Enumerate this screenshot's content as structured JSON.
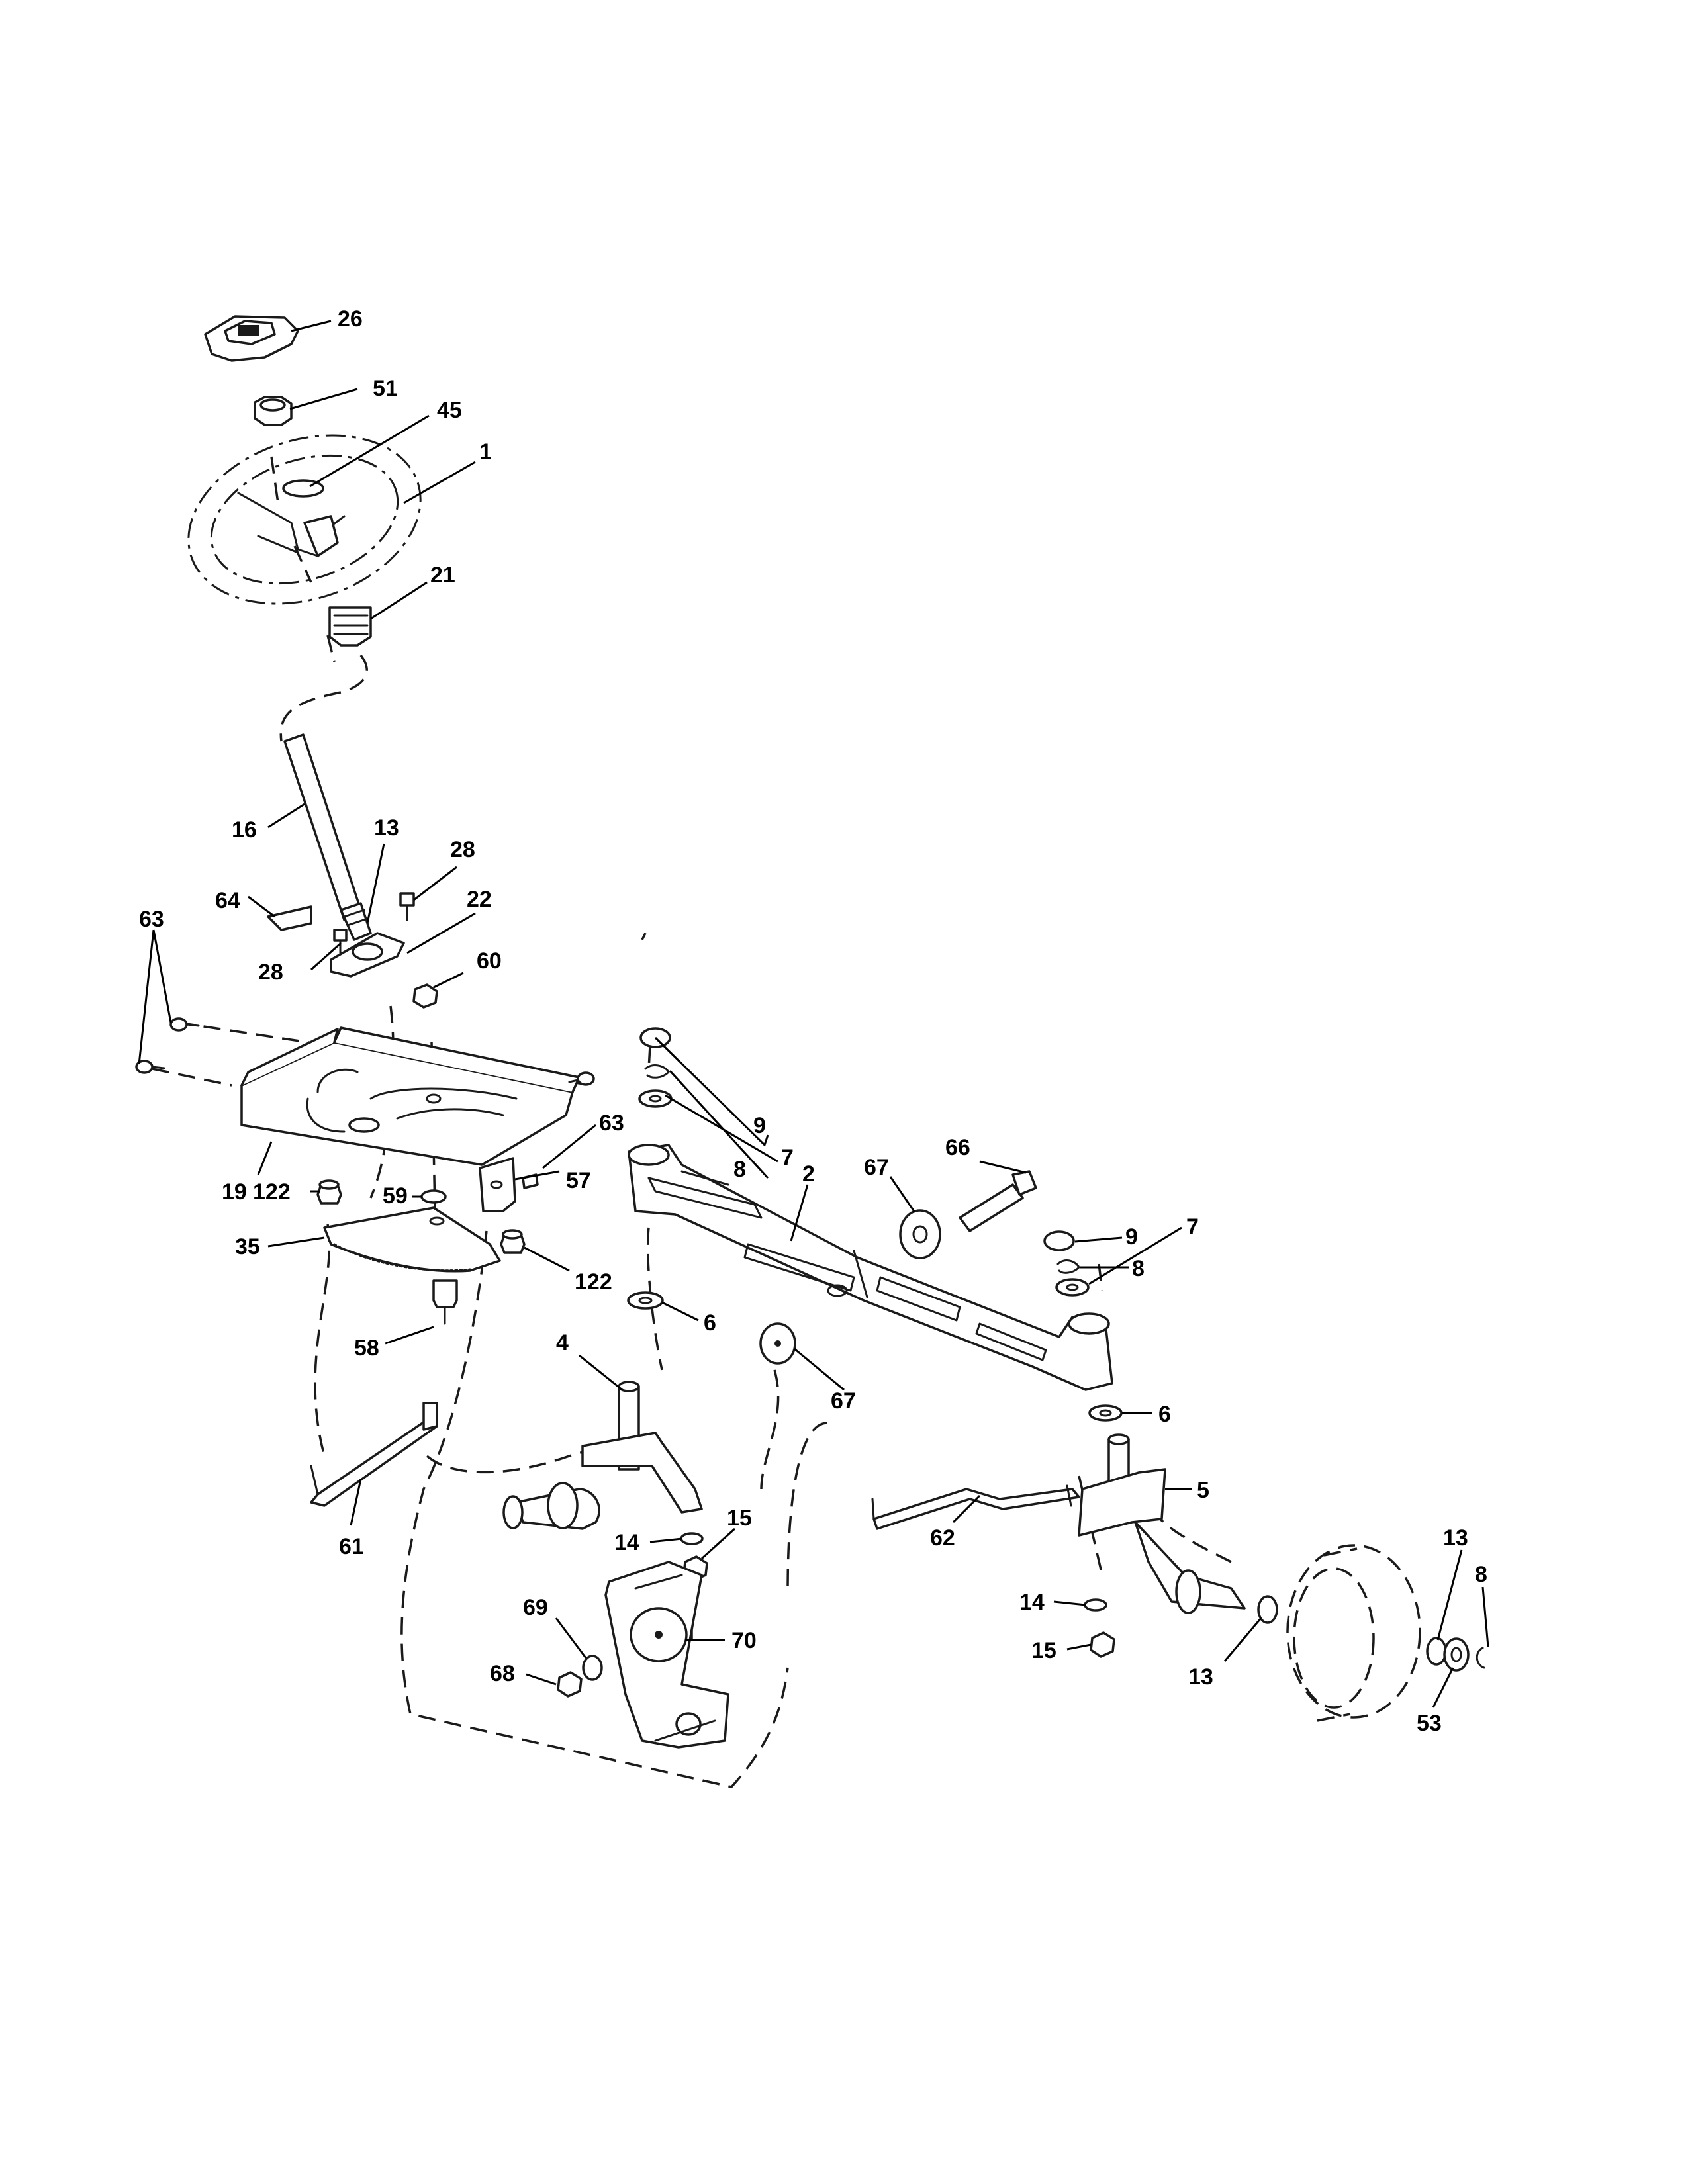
{
  "diagram": {
    "type": "exploded parts diagram",
    "callouts": [
      {
        "id": "c26",
        "text": "26"
      },
      {
        "id": "c51",
        "text": "51"
      },
      {
        "id": "c45",
        "text": "45"
      },
      {
        "id": "c1",
        "text": "1"
      },
      {
        "id": "c21",
        "text": "21"
      },
      {
        "id": "c16",
        "text": "16"
      },
      {
        "id": "c13a",
        "text": "13"
      },
      {
        "id": "c28a",
        "text": "28"
      },
      {
        "id": "c64",
        "text": "64"
      },
      {
        "id": "c22",
        "text": "22"
      },
      {
        "id": "c63a",
        "text": "63"
      },
      {
        "id": "c28b",
        "text": "28"
      },
      {
        "id": "c60",
        "text": "60"
      },
      {
        "id": "c63b",
        "text": "63"
      },
      {
        "id": "c19",
        "text": "19"
      },
      {
        "id": "c122a",
        "text": "122"
      },
      {
        "id": "c59",
        "text": "59"
      },
      {
        "id": "c57",
        "text": "57"
      },
      {
        "id": "c35",
        "text": "35"
      },
      {
        "id": "c122b",
        "text": "122"
      },
      {
        "id": "c58",
        "text": "58"
      },
      {
        "id": "c61",
        "text": "61"
      },
      {
        "id": "c9a",
        "text": "9"
      },
      {
        "id": "c8a",
        "text": "8"
      },
      {
        "id": "c7a",
        "text": "7"
      },
      {
        "id": "c2",
        "text": "2"
      },
      {
        "id": "c67a",
        "text": "67"
      },
      {
        "id": "c66",
        "text": "66"
      },
      {
        "id": "c9b",
        "text": "9"
      },
      {
        "id": "c8b",
        "text": "8"
      },
      {
        "id": "c7b",
        "text": "7"
      },
      {
        "id": "c6a",
        "text": "6"
      },
      {
        "id": "c67b",
        "text": "67"
      },
      {
        "id": "c6b",
        "text": "6"
      },
      {
        "id": "c4",
        "text": "4"
      },
      {
        "id": "c5",
        "text": "5"
      },
      {
        "id": "c62",
        "text": "62"
      },
      {
        "id": "c14a",
        "text": "14"
      },
      {
        "id": "c15a",
        "text": "15"
      },
      {
        "id": "c14b",
        "text": "14"
      },
      {
        "id": "c15b",
        "text": "15"
      },
      {
        "id": "c13b",
        "text": "13"
      },
      {
        "id": "c8c",
        "text": "8"
      },
      {
        "id": "c13c",
        "text": "13"
      },
      {
        "id": "c53",
        "text": "53"
      },
      {
        "id": "c69",
        "text": "69"
      },
      {
        "id": "c70",
        "text": "70"
      },
      {
        "id": "c68",
        "text": "68"
      }
    ]
  }
}
